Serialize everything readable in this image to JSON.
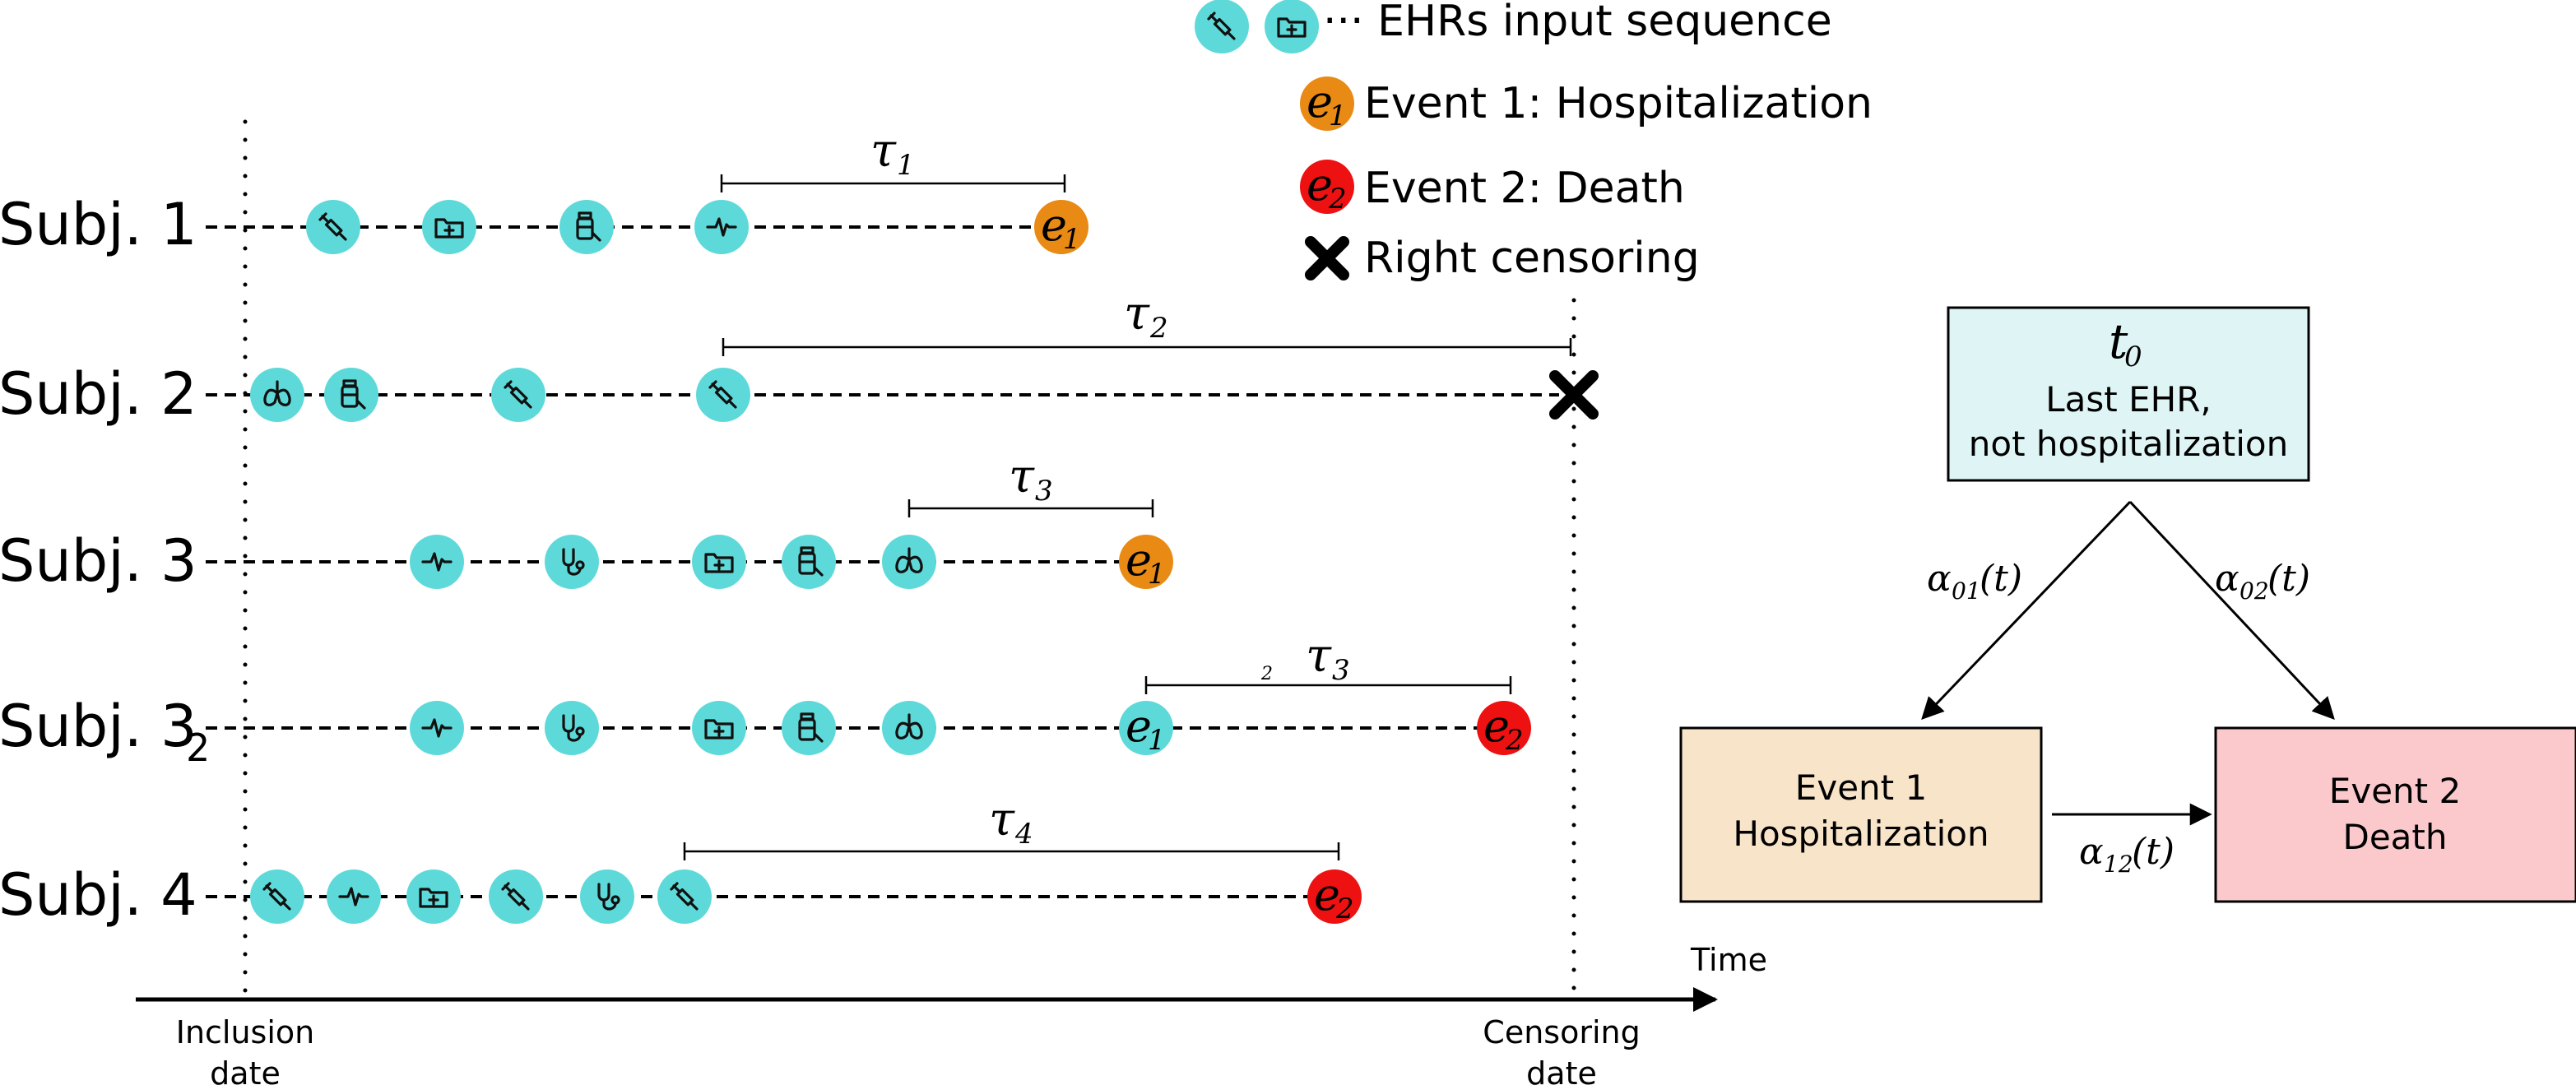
{
  "legend": {
    "ehr_label": "··· EHRs input sequence",
    "event1_label": "Event 1: Hospitalization",
    "event2_label": "Event 2: Death",
    "censor_label": "Right censoring",
    "event1_symbol": "e",
    "event2_symbol": "e",
    "event1_sub": "1",
    "event2_sub": "2"
  },
  "subjects": [
    {
      "label": "Subj. 1",
      "sub": "",
      "tau": "τ",
      "tau_sub": "1",
      "tau_pre": ""
    },
    {
      "label": "Subj. 2",
      "sub": "",
      "tau": "τ",
      "tau_sub": "2",
      "tau_pre": ""
    },
    {
      "label": "Subj. 3",
      "sub": "",
      "tau": "τ",
      "tau_sub": "3",
      "tau_pre": ""
    },
    {
      "label": "Subj. 3",
      "sub": "2",
      "tau": "τ",
      "tau_sub": "3",
      "tau_pre": "2"
    },
    {
      "label": "Subj. 4",
      "sub": "",
      "tau": "τ",
      "tau_sub": "4",
      "tau_pre": ""
    }
  ],
  "axis": {
    "time_label": "Time",
    "inclusion_line1": "Inclusion",
    "inclusion_line2": "date",
    "censoring_line1": "Censoring",
    "censoring_line2": "date"
  },
  "state_model": {
    "t0_symbol": "t",
    "t0_sub": "0",
    "t0_line1": "Last EHR,",
    "t0_line2": "not hospitalization",
    "event1_line1": "Event 1",
    "event1_line2": "Hospitalization",
    "event2_line1": "Event 2",
    "event2_line2": "Death",
    "alpha01": "α",
    "alpha01_sub": "01",
    "alpha02": "α",
    "alpha02_sub": "02",
    "alpha12": "α",
    "alpha12_sub": "12",
    "t_arg": "(t)"
  },
  "colors": {
    "ehr": "#5ed9d9",
    "event1": "#e88a14",
    "event2": "#ee1111",
    "t0_box": "#dff5f5",
    "event1_box": "#f8e4c8",
    "event2_box": "#fbc9cc"
  },
  "icons": [
    "syringe-icon",
    "medical-folder-icon",
    "pill-bottle-icon",
    "heartbeat-icon",
    "lungs-icon",
    "stethoscope-icon"
  ]
}
